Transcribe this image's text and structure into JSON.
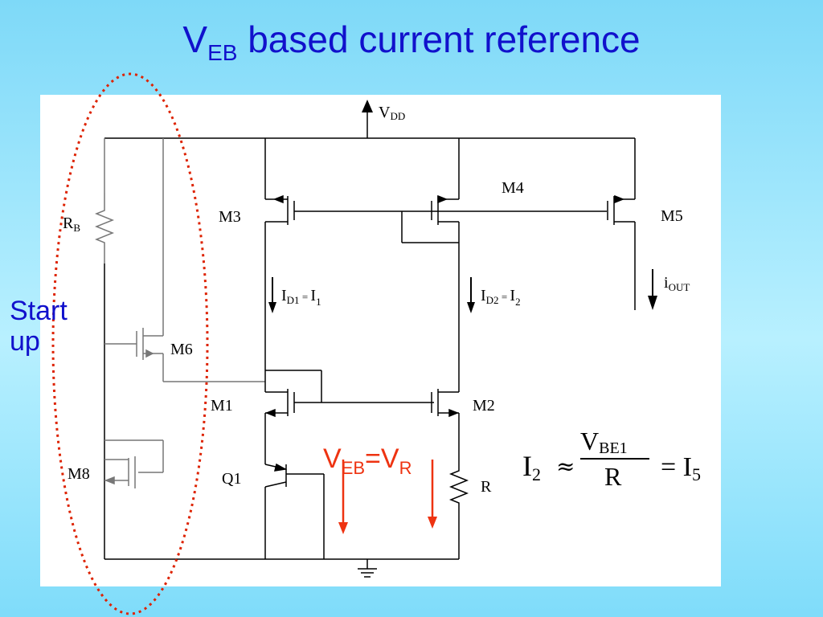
{
  "title": {
    "main": "V",
    "sub": "EB",
    "rest": " based current reference"
  },
  "startup_label": {
    "line1": "Start",
    "line2": "up"
  },
  "circuit": {
    "supply": {
      "main": "V",
      "sub": "DD"
    },
    "resistor_rb": {
      "main": "R",
      "sub": "B"
    },
    "transistors": [
      "M1",
      "M2",
      "M3",
      "M4",
      "M5",
      "M6",
      "M8",
      "Q1"
    ],
    "resistor_r": "R",
    "current_id1": {
      "i": "I",
      "sub1": "D1",
      "eq": " = ",
      "i2": "I",
      "sub2": "1"
    },
    "current_id2": {
      "i": "I",
      "sub1": "D2",
      "eq": " = ",
      "i2": "I",
      "sub2": "2"
    },
    "current_out": {
      "i": "i",
      "sub": "OUT"
    },
    "veb_label": {
      "v1": "V",
      "sub1": "EB",
      "eq": "=",
      "v2": "V",
      "sub2": "R"
    },
    "equation": {
      "lhs": "I",
      "lhs_sub": "2",
      "approx": "≈",
      "num": "V",
      "num_sub": "BE1",
      "den": "R",
      "rhs": "= I",
      "rhs_sub": "5"
    }
  },
  "colors": {
    "title": "#1111cc",
    "startup_ellipse": "#dd2200",
    "veb_annotation": "#ee3311",
    "wire": "#000000",
    "startup_wire": "#777777"
  }
}
